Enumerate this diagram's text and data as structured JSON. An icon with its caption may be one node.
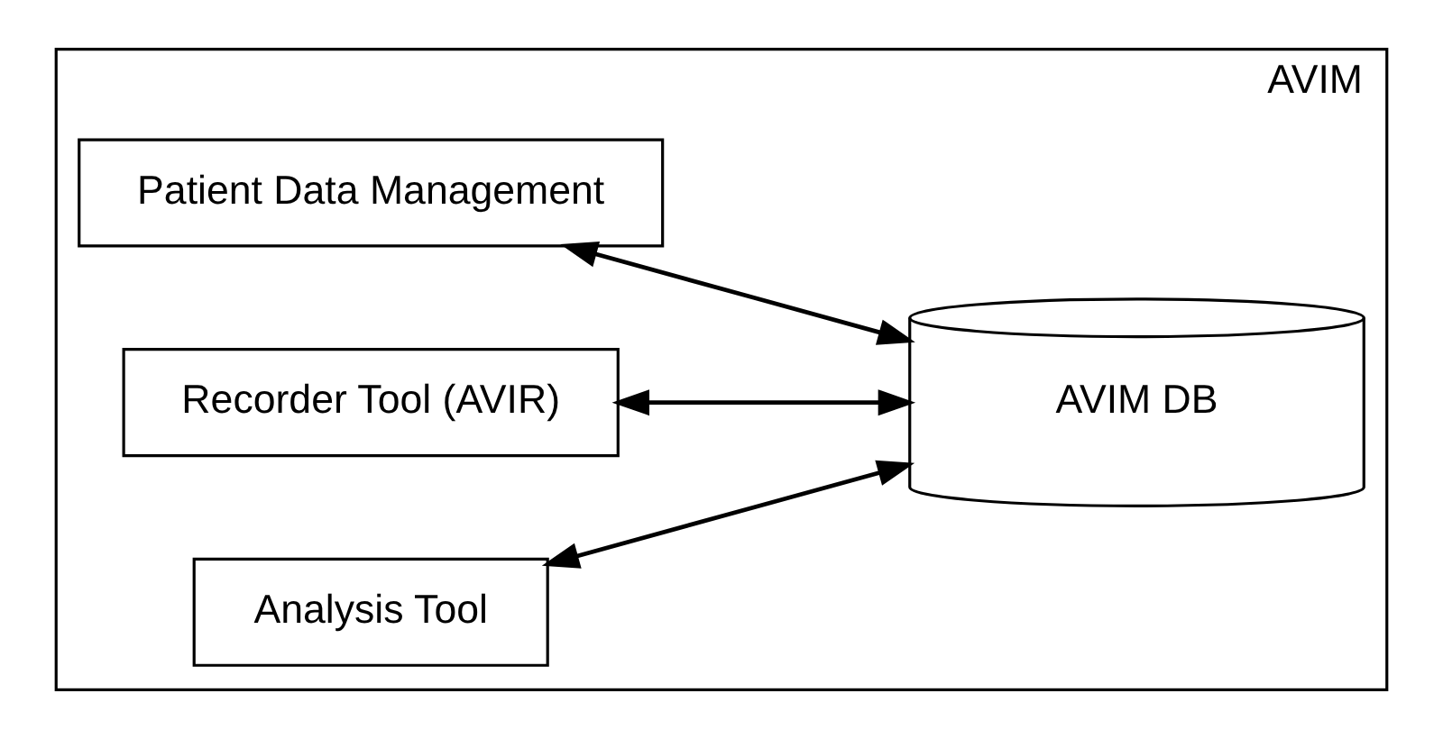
{
  "diagram": {
    "nodes": [
      {
        "text": [
          "AVIM"
        ]
      },
      {
        "text": [
          "Patient Data Management"
        ],
        "in": 0
      },
      {
        "text": [
          "Recorder Tool (AVIR)"
        ],
        "in": 0
      },
      {
        "text": [
          "Analysis Tool"
        ],
        "in": 0
      },
      {
        "text": [
          "AVIM DB"
        ],
        "in": 0
      }
    ],
    "edges": [
      {
        "from": 1,
        "to": 4,
        "arrow": "both"
      },
      {
        "from": 2,
        "to": 4,
        "arrow": "both"
      },
      {
        "from": 3,
        "to": 4,
        "arrow": "both"
      }
    ]
  }
}
